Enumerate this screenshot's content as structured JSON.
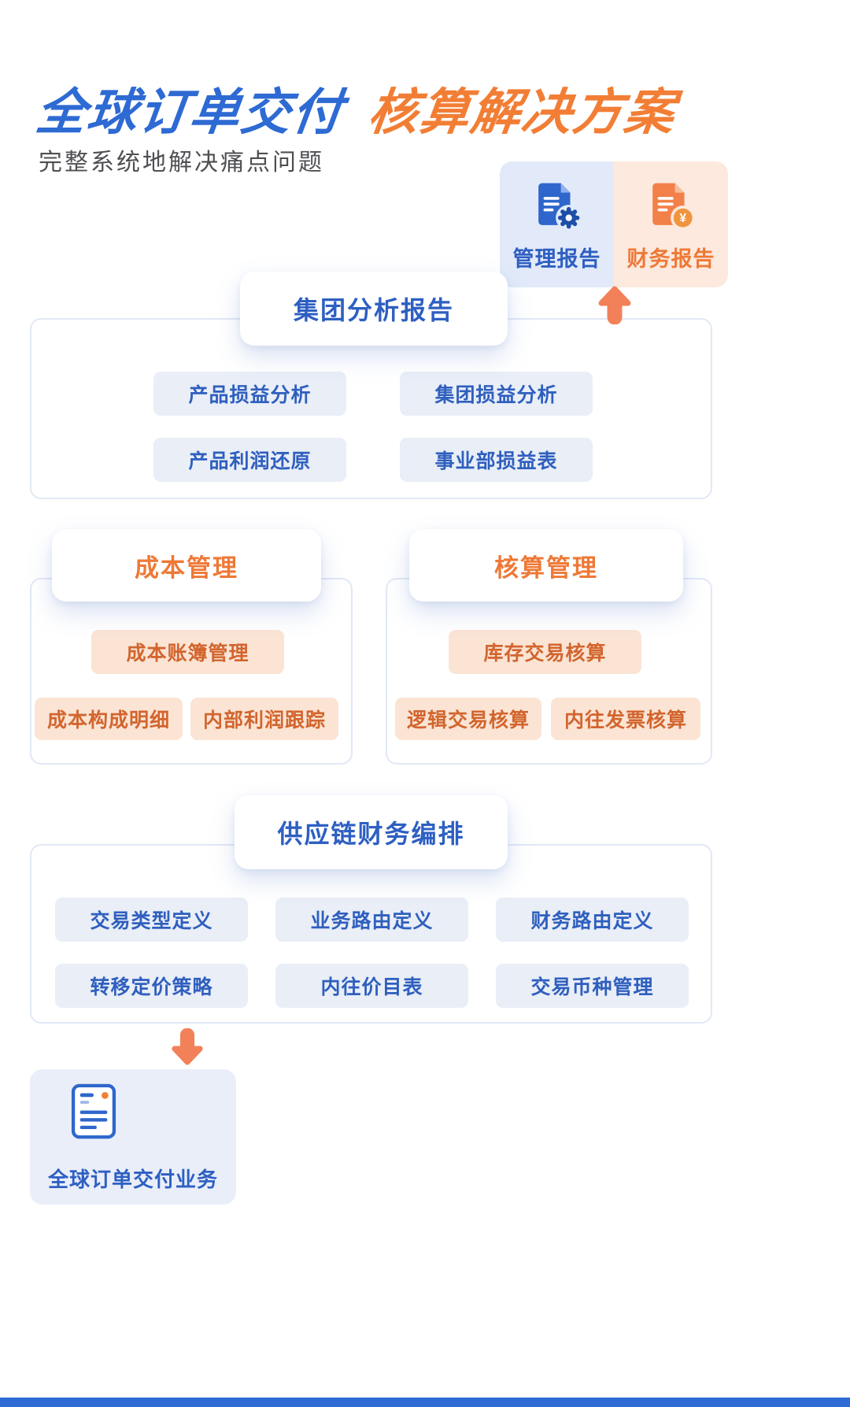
{
  "title": {
    "part_blue": "全球订单交付",
    "part_orange": "核算解决方案"
  },
  "subtitle": "完整系统地解决痛点问题",
  "reports": {
    "management": "管理报告",
    "finance": "财务报告"
  },
  "group_report": {
    "title": "集团分析报告",
    "items": [
      "产品损益分析",
      "集团损益分析",
      "产品利润还原",
      "事业部损益表"
    ]
  },
  "cost": {
    "title": "成本管理",
    "primary": "成本账簿管理",
    "items": [
      "成本构成明细",
      "内部利润跟踪"
    ]
  },
  "accounting": {
    "title": "核算管理",
    "primary": "库存交易核算",
    "items": [
      "逻辑交易核算",
      "内往发票核算"
    ]
  },
  "supply_chain": {
    "title": "供应链财务编排",
    "items": [
      "交易类型定义",
      "业务路由定义",
      "财务路由定义",
      "转移定价策略",
      "内往价目表",
      "交易币种管理"
    ]
  },
  "bottom": {
    "label": "全球订单交付业务"
  },
  "icons": {
    "management_report": "document-with-gear",
    "finance_report": "document-with-yen-coin",
    "order_delivery": "document-outline-with-lines",
    "up_arrow": "arrow-up",
    "down_arrow": "arrow-down"
  },
  "colors": {
    "title_blue": "#2E6AD3",
    "title_orange": "#F27E35",
    "chip_blue_bg": "#E9EEF7",
    "chip_blue_text": "#2F5FBE",
    "chip_peach_bg": "#FBE4D4",
    "chip_peach_text": "#D2652E",
    "panel_border": "#E1E8F5",
    "report_blue_bg": "#E2EAF9",
    "report_peach_bg": "#FDE9DD",
    "arrow_orange": "#F2815A",
    "footer_bar_blue": "#2F6BD4",
    "bottom_card_bg": "#E9EEF9"
  }
}
